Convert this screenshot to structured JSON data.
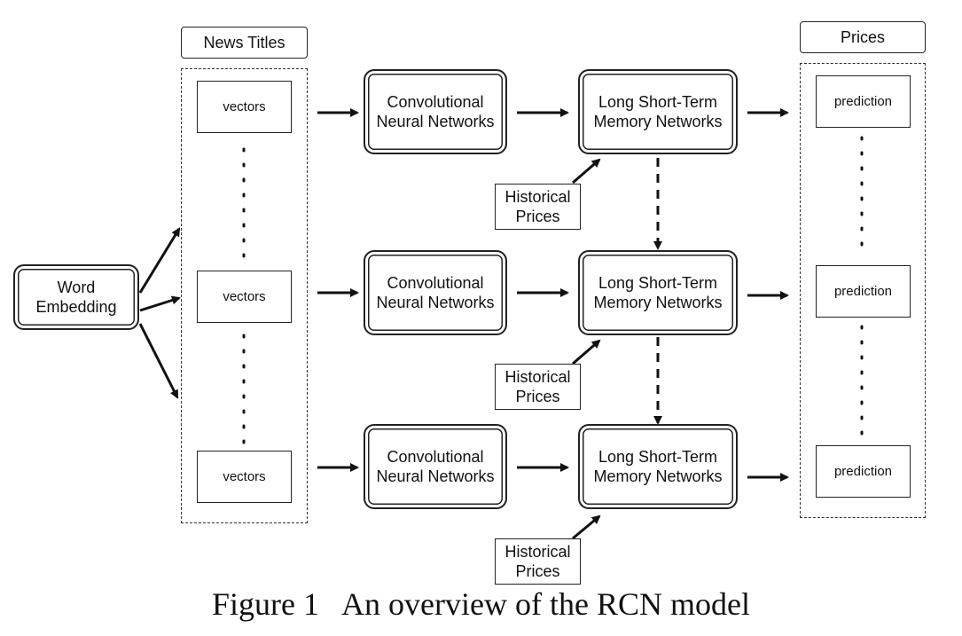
{
  "header": {
    "news_titles": "News Titles",
    "prices": "Prices"
  },
  "word_embedding": {
    "line1": "Word",
    "line2": "Embedding"
  },
  "vectors_label": "vectors",
  "prediction_label": "prediction",
  "cnn": {
    "line1": "Convolutional",
    "line2": "Neural Networks"
  },
  "lstm": {
    "line1": "Long Short-Term",
    "line2": "Memory Networks"
  },
  "historical": {
    "line1": "Historical",
    "line2": "Prices"
  },
  "caption": "Figure 1   An overview of the RCN model"
}
